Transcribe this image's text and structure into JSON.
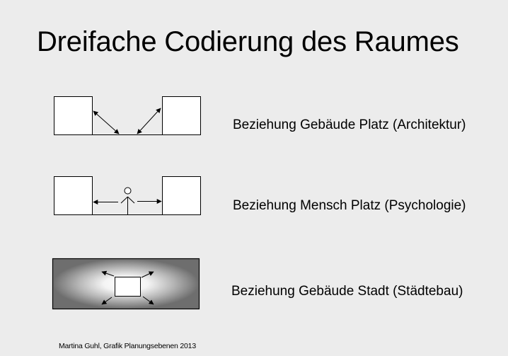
{
  "slide": {
    "title": "Dreifache Codierung des Raumes",
    "background_color": "#ececec",
    "rows": [
      {
        "label": "Beziehung Gebäude Platz (Architektur)",
        "diagram": "two-buildings-arrows-to-square"
      },
      {
        "label": "Beziehung Mensch Platz (Psychologie)",
        "diagram": "person-between-buildings"
      },
      {
        "label": "Beziehung Gebäude Stadt (Städtebau)",
        "diagram": "building-radiating-into-city"
      }
    ],
    "footer": "Martina Guhl, Grafik Planungsebenen  2013"
  }
}
